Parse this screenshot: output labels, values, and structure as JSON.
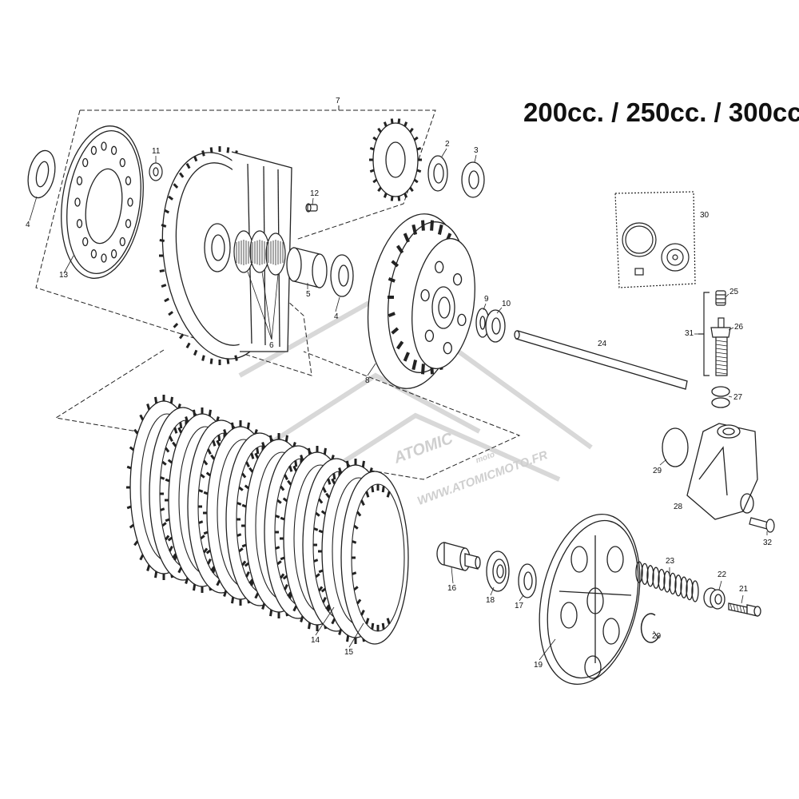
{
  "title": "200cc. / 250cc. / 300cc.",
  "watermark": {
    "brand": "ATOMIC",
    "sub": "moto",
    "url": "WWW.ATOMICMOTO.FR"
  },
  "callouts": [
    {
      "id": "c7",
      "label": "7"
    },
    {
      "id": "c4a",
      "label": "4"
    },
    {
      "id": "c13",
      "label": "13"
    },
    {
      "id": "c11",
      "label": "11"
    },
    {
      "id": "c12",
      "label": "12"
    },
    {
      "id": "c2",
      "label": "2"
    },
    {
      "id": "c3",
      "label": "3"
    },
    {
      "id": "c30",
      "label": "30"
    },
    {
      "id": "c5",
      "label": "5"
    },
    {
      "id": "c4b",
      "label": "4"
    },
    {
      "id": "c6",
      "label": "6"
    },
    {
      "id": "c9",
      "label": "9"
    },
    {
      "id": "c10",
      "label": "10"
    },
    {
      "id": "c8",
      "label": "8"
    },
    {
      "id": "c24",
      "label": "24"
    },
    {
      "id": "c25",
      "label": "25"
    },
    {
      "id": "c31",
      "label": "31"
    },
    {
      "id": "c26",
      "label": "26"
    },
    {
      "id": "c27",
      "label": "27"
    },
    {
      "id": "c29",
      "label": "29"
    },
    {
      "id": "c28",
      "label": "28"
    },
    {
      "id": "c32",
      "label": "32"
    },
    {
      "id": "c16",
      "label": "16"
    },
    {
      "id": "c18",
      "label": "18"
    },
    {
      "id": "c17",
      "label": "17"
    },
    {
      "id": "c23",
      "label": "23"
    },
    {
      "id": "c22",
      "label": "22"
    },
    {
      "id": "c21",
      "label": "21"
    },
    {
      "id": "c20",
      "label": "20"
    },
    {
      "id": "c19",
      "label": "19"
    },
    {
      "id": "c14",
      "label": "14"
    },
    {
      "id": "c15",
      "label": "15"
    }
  ]
}
